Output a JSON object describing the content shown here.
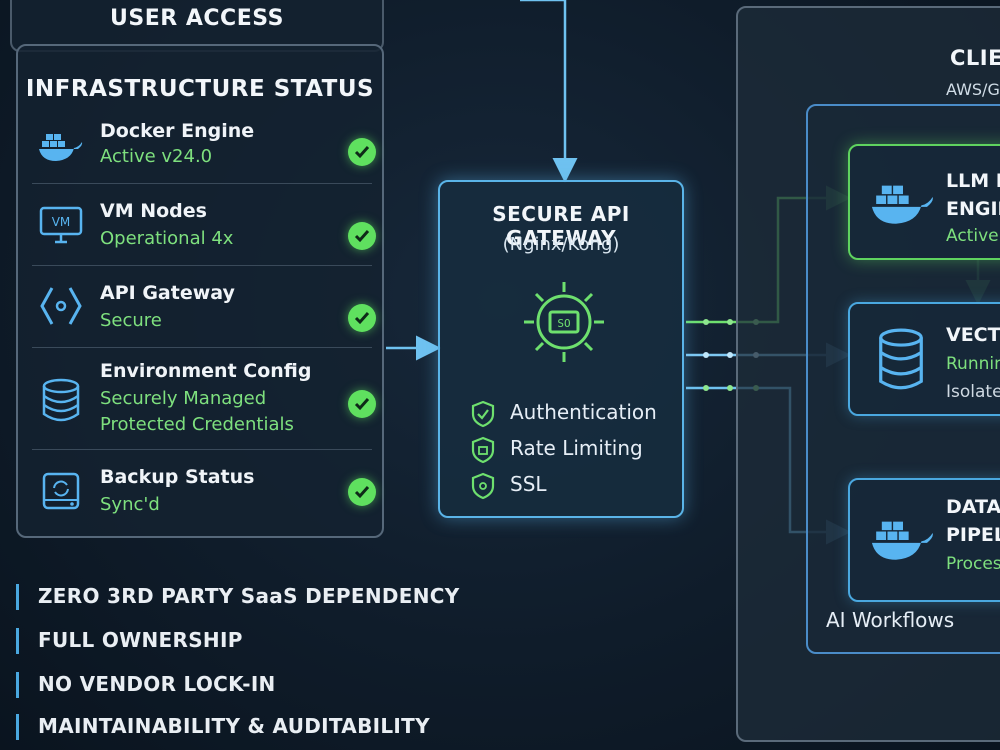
{
  "user_access": {
    "title": "USER ACCESS"
  },
  "infra": {
    "title": "INFRASTRUCTURE STATUS",
    "items": [
      {
        "name": "Docker Engine",
        "status": [
          "Active v24.0"
        ],
        "icon": "docker-whale-icon"
      },
      {
        "name": "VM Nodes",
        "status": [
          "Operational 4x"
        ],
        "icon": "monitor-vm-icon"
      },
      {
        "name": "API Gateway",
        "status": [
          "Secure"
        ],
        "icon": "api-brackets-icon"
      },
      {
        "name": "Environment Config",
        "status": [
          "Securely Managed",
          "Protected Credentials"
        ],
        "icon": "database-icon"
      },
      {
        "name": "Backup Status",
        "status": [
          "Sync'd"
        ],
        "icon": "backup-drive-icon"
      }
    ]
  },
  "principles": [
    "ZERO 3RD PARTY SaaS DEPENDENCY",
    "FULL OWNERSHIP",
    "NO VENDOR LOCK-IN",
    "MAINTAINABILITY & AUDITABILITY"
  ],
  "gateway": {
    "title": "SECURE API GATEWAY",
    "subtitle": "(Nginx/Kong)",
    "features": [
      "Authentication",
      "Rate Limiting",
      "SSL"
    ]
  },
  "cloud": {
    "title": "CLIEN",
    "subtitle": "AWS/G",
    "inner_label": "AI Workflows",
    "services": [
      {
        "lines": [
          "LLM IN",
          "ENGIN",
          "Active,"
        ],
        "icon": "docker-whale-icon"
      },
      {
        "lines": [
          "VECTO",
          "Running",
          "Isolated"
        ],
        "icon": "database-icon"
      },
      {
        "lines": [
          "DATA P",
          "PIPEL",
          "Process"
        ],
        "icon": "docker-whale-icon"
      }
    ]
  },
  "colors": {
    "accent_blue": "#4aa8e0",
    "accent_green": "#5fe05f",
    "panel_border": "#4a5a6a",
    "background": "#0f1c2a"
  }
}
